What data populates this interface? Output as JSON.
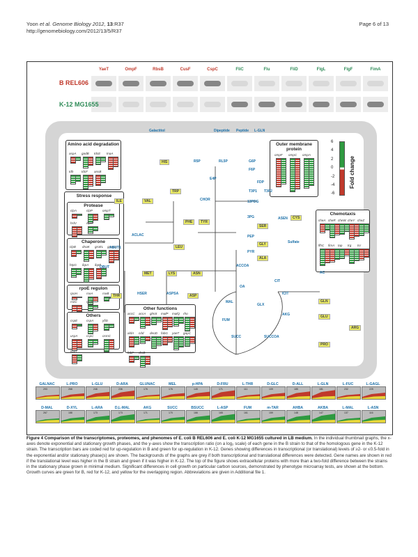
{
  "header": {
    "citation_author": "Yoon",
    "citation_rest": " et al. Genome Biology 2012, ",
    "citation_vol": "13",
    "citation_page": ":R37",
    "url": "http://genomebiology.com/2012/13/5/R37",
    "page": "Page 6 of 13"
  },
  "proteins": [
    "YaeT",
    "OmpF",
    "RbsB",
    "CusF",
    "CspC",
    "FliC",
    "Flu",
    "FliD",
    "FlgL",
    "FlgF",
    "FimA"
  ],
  "strains": {
    "b": "B REL606",
    "k": "K-12 MG1655"
  },
  "boxes": {
    "amino_acid": "Amino acid degradation",
    "outer_membrane": "Outer membrane protein",
    "stress": "Stress response",
    "protease": "Protease",
    "chaperone": "Chaperone",
    "rpoe": "rpoE regulon",
    "others": "Others",
    "chemotaxis": "Chemotaxis",
    "other_functions": "Other functions"
  },
  "legend": {
    "values": [
      "6",
      "4",
      "2",
      "0",
      "-2",
      "-4",
      "-6"
    ],
    "label": "Fold change"
  },
  "metabolites": [
    "Galactitol",
    "Dipeptide",
    "Peptide",
    "L-GLN",
    "R5P",
    "RL5P",
    "G6P",
    "F6P",
    "FDP",
    "T3P1",
    "T3P2",
    "13PDG",
    "3PG",
    "PEP",
    "PYR",
    "ACCOA",
    "OA",
    "MAL",
    "FUM",
    "SUCC",
    "SUCCOA",
    "AKG",
    "ICIT",
    "CIT",
    "GLX",
    "CHOR",
    "ASEN",
    "Sulfate",
    "E4P",
    "OBUT",
    "ACLAC",
    "ABUT1",
    "HSER",
    "ASPSA",
    "AC"
  ],
  "amino_acids": [
    "HIS",
    "TRP",
    "PHE",
    "TYR",
    "ILE",
    "VAL",
    "LEU",
    "MET",
    "LYS",
    "ASN",
    "THR",
    "ASP",
    "SER",
    "GLY",
    "CYS",
    "ALA",
    "GLN",
    "GLU",
    "PRO",
    "ARG"
  ],
  "genes": {
    "amino": [
      "aspA",
      "gadB",
      "tdcE",
      "tnaA",
      "tdh",
      "tdcF",
      "ansB"
    ],
    "outer": [
      "ompF",
      "ompC",
      "ompA"
    ],
    "protease": [
      "clpA",
      "clpP",
      "ompT",
      "hslV",
      "clpX"
    ],
    "chaperone": [
      "clpB",
      "dnaK",
      "groEL",
      "groES",
      "htpG",
      "ibpA",
      "ibpB"
    ],
    "rpoe": [
      "rpoH",
      "rseA",
      "rseB",
      "rseC",
      "rpoE"
    ],
    "others": [
      "cspE",
      "cspA",
      "yfiD",
      "uspA",
      "cspC",
      "osmC",
      "lsaA"
    ],
    "chemo": [
      "cheA",
      "cheR",
      "cheW",
      "cheY",
      "cheZ",
      "flhC",
      "fimA",
      "tap",
      "trg",
      "tsr"
    ],
    "other_func": [
      "accC",
      "accA",
      "glmS",
      "malP",
      "malQ",
      "rho",
      "aldA",
      "cdd",
      "deoD",
      "fabG",
      "yaeT",
      "gapC",
      "fabF",
      "rbsB"
    ]
  },
  "phenotypes_top": [
    {
      "name": "GALNAC",
      "num": "293"
    },
    {
      "name": "L-PRO",
      "num": "268"
    },
    {
      "name": "L-GLU",
      "num": "246"
    },
    {
      "name": "D-ARA",
      "num": "236"
    },
    {
      "name": "GLUNAC",
      "num": "176"
    },
    {
      "name": "MEL",
      "num": "176"
    },
    {
      "name": "p-HPA",
      "num": "145"
    },
    {
      "name": "D-FRU",
      "num": "171"
    },
    {
      "name": "L-THR",
      "num": "111"
    },
    {
      "name": "D-GLC",
      "num": "109"
    },
    {
      "name": "D-ALL",
      "num": "185"
    },
    {
      "name": "L-GLN",
      "num": "181"
    },
    {
      "name": "L-FUC",
      "num": "232"
    },
    {
      "name": "L-GAGL",
      "num": "225"
    }
  ],
  "phenotypes_bottom": [
    {
      "name": "D-MAL",
      "num": "267"
    },
    {
      "name": "D-XYL",
      "num": "188"
    },
    {
      "name": "L-ARA",
      "num": "173"
    },
    {
      "name": "D,L-MAL",
      "num": "173"
    },
    {
      "name": "AKG",
      "num": "171"
    },
    {
      "name": "SUCC",
      "num": "170"
    },
    {
      "name": "BSUCC",
      "num": "166"
    },
    {
      "name": "L-ASP",
      "num": "165"
    },
    {
      "name": "FUM",
      "num": "161"
    },
    {
      "name": "m-TAR",
      "num": "159"
    },
    {
      "name": "AHBA",
      "num": "148"
    },
    {
      "name": "AKBA",
      "num": "147"
    },
    {
      "name": "L-MAL",
      "num": "137"
    },
    {
      "name": "L-ASN",
      "num": "116"
    }
  ],
  "colors": {
    "up_b": "#c0392b",
    "up_k": "#2e9a40",
    "overlap": "#e6d63a",
    "metabolite": "#1a6fa8",
    "aa_bg": "#e8e865"
  },
  "caption": {
    "label": "Figure 4 Comparison of the transcriptomes, proteomes, and phenomes of E. coli B REL606 and E. coli K-12 MG1655 cultured in LB medium.",
    "text": " In the individual thumbnail graphs, the x-axes denote exponential and stationary growth phases, and the y-axes show the transcription ratio (on a log₂ scale) of each gene in the B strain to that of the homologous gene in the K-12 strain. The transcription bars are coded red for up-regulation in B and green for up-regulation in K-12. Genes showing differences in transcriptional (or translational) levels of ≥2- or ≤0.5-fold in the exponential and/or stationary phase(s) are shown. The backgrounds of the graphs are grey if both transcriptional and translational differences were detected. Gene names are shown in red if the translational level was higher in the B strain and green if it was higher in K-12. The top of the figure shows extracellular proteins with more than a two-fold difference between the strains in the stationary phase grown in minimal medium. Significant differences in cell growth on particular carbon sources, demonstrated by phenotype microarray tests, are shown at the bottom. Growth curves are green for B, red for K-12, and yellow for the overlapping region. Abbreviations are given in Additional file 1."
  }
}
